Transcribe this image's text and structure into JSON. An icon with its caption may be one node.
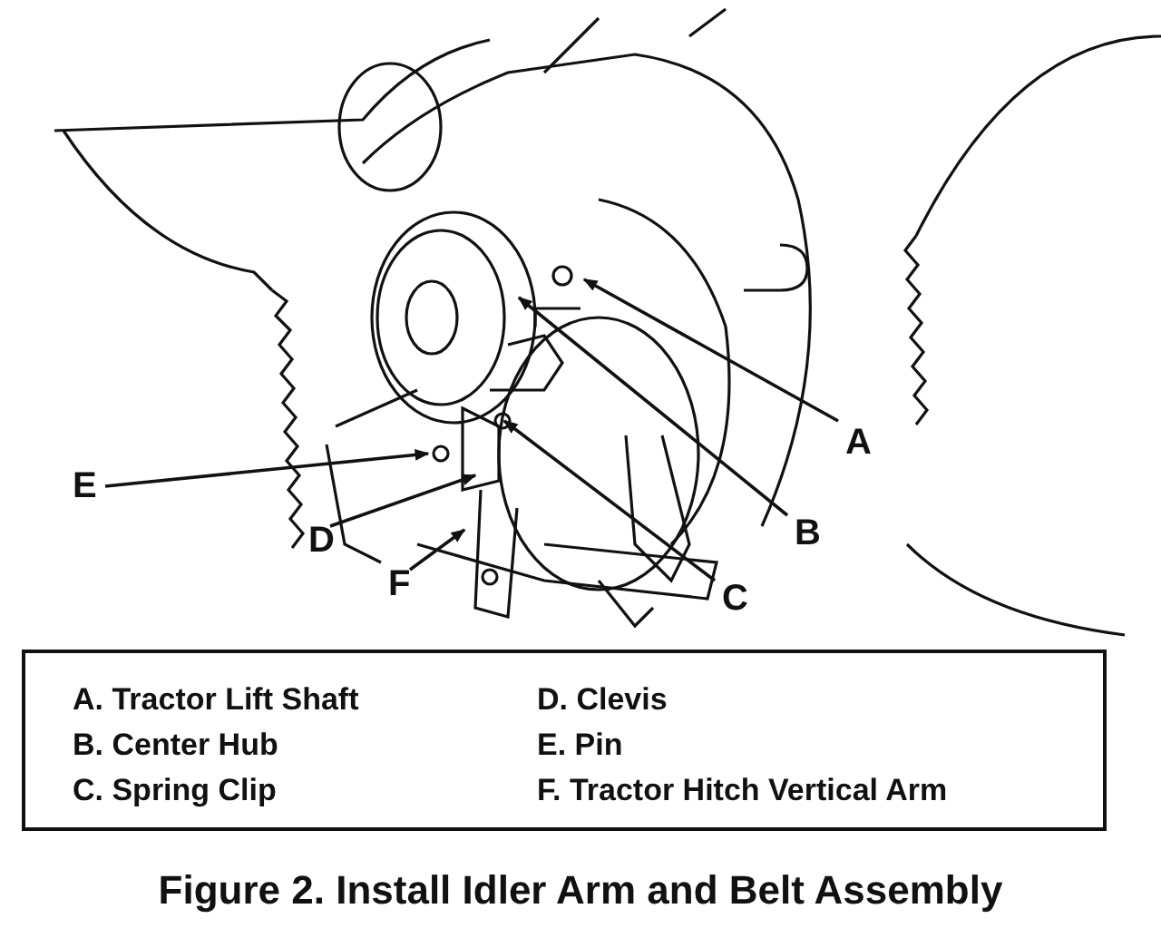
{
  "diagram": {
    "caption": "Figure 2.  Install Idler Arm and Belt Assembly",
    "nodes": [
      {
        "text": [
          "A"
        ]
      },
      {
        "text": [
          "E"
        ]
      },
      {
        "text": [
          "B"
        ]
      },
      {
        "text": [
          "D"
        ]
      },
      {
        "text": [
          "F"
        ]
      },
      {
        "text": [
          "C"
        ]
      },
      {
        "text": [
          "A. Tractor Lift Shaft",
          "D. Clevis",
          "B. Center Hub",
          "E. Pin",
          "C. Spring Clip",
          "F. Tractor Hitch Vertical Arm"
        ]
      }
    ],
    "edges": [
      {
        "from": 0,
        "to": null,
        "arrow": "to"
      },
      {
        "from": 1,
        "to": null,
        "arrow": "to"
      },
      {
        "from": 2,
        "to": null,
        "arrow": "to"
      },
      {
        "from": 3,
        "to": null,
        "arrow": "to"
      },
      {
        "from": 4,
        "to": null,
        "arrow": "to"
      },
      {
        "from": 5,
        "to": null,
        "arrow": "to"
      }
    ]
  }
}
